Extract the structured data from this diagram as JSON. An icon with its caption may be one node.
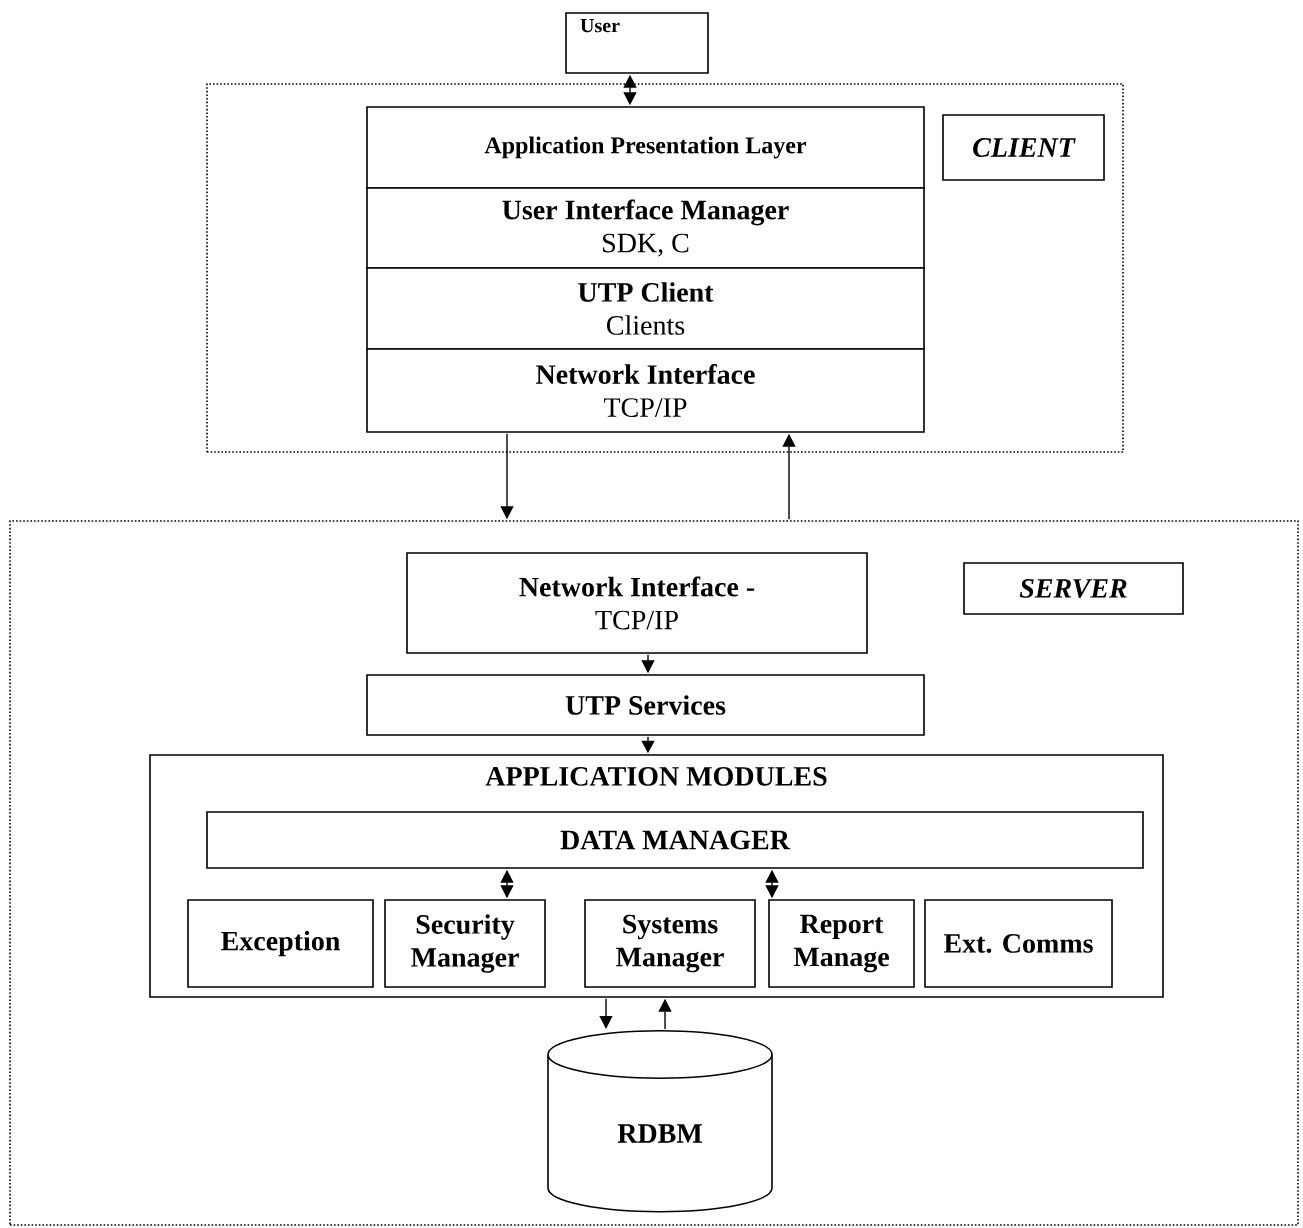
{
  "diagram": {
    "nodes": [
      {
        "text": [
          "User"
        ]
      },
      {
        "text": [],
        "shape": "box"
      },
      {
        "text": [
          "Application Presentation Layer"
        ],
        "in": 1
      },
      {
        "text": [
          "User Interface Manager",
          "SDK, C"
        ],
        "in": 1
      },
      {
        "text": [
          "UTP Client",
          "Clients"
        ],
        "in": 1
      },
      {
        "text": [
          "Network Interface",
          "TCP/IP"
        ],
        "in": 1
      },
      {
        "text": [
          "CLIENT"
        ],
        "in": 1
      },
      {
        "text": [],
        "shape": "box"
      },
      {
        "text": [
          "SERVER"
        ],
        "in": 7
      },
      {
        "text": [
          "Network Interface -",
          "TCP/IP"
        ],
        "in": 7
      },
      {
        "text": [
          "UTP Services"
        ],
        "in": 7
      },
      {
        "text": [
          "APPLICATION MODULES"
        ],
        "in": 7
      },
      {
        "text": [
          "DATA MANAGER"
        ],
        "in": 11
      },
      {
        "text": [
          "Exception"
        ],
        "in": 11
      },
      {
        "text": [
          "Security Manager"
        ],
        "in": 11
      },
      {
        "text": [
          "Systems Manager"
        ],
        "in": 11
      },
      {
        "text": [
          "Report Manage"
        ],
        "in": 11
      },
      {
        "text": [
          "Ext. Comms"
        ],
        "in": 11
      },
      {
        "text": [
          "RDBM"
        ],
        "in": 7
      }
    ],
    "edges": [
      {
        "from": 0,
        "to": 2,
        "arrow": "both"
      },
      {
        "from": 5,
        "to": 7,
        "arrow": "to"
      },
      {
        "from": 7,
        "to": 5,
        "arrow": "to"
      },
      {
        "from": 9,
        "to": 10,
        "arrow": "to"
      },
      {
        "from": 10,
        "to": 11,
        "arrow": "to"
      },
      {
        "from": 14,
        "to": 12,
        "arrow": "both"
      },
      {
        "from": 16,
        "to": 12,
        "arrow": "both"
      },
      {
        "from": 11,
        "to": 18,
        "arrow": "to"
      },
      {
        "from": 18,
        "to": 11,
        "arrow": "to"
      }
    ]
  }
}
